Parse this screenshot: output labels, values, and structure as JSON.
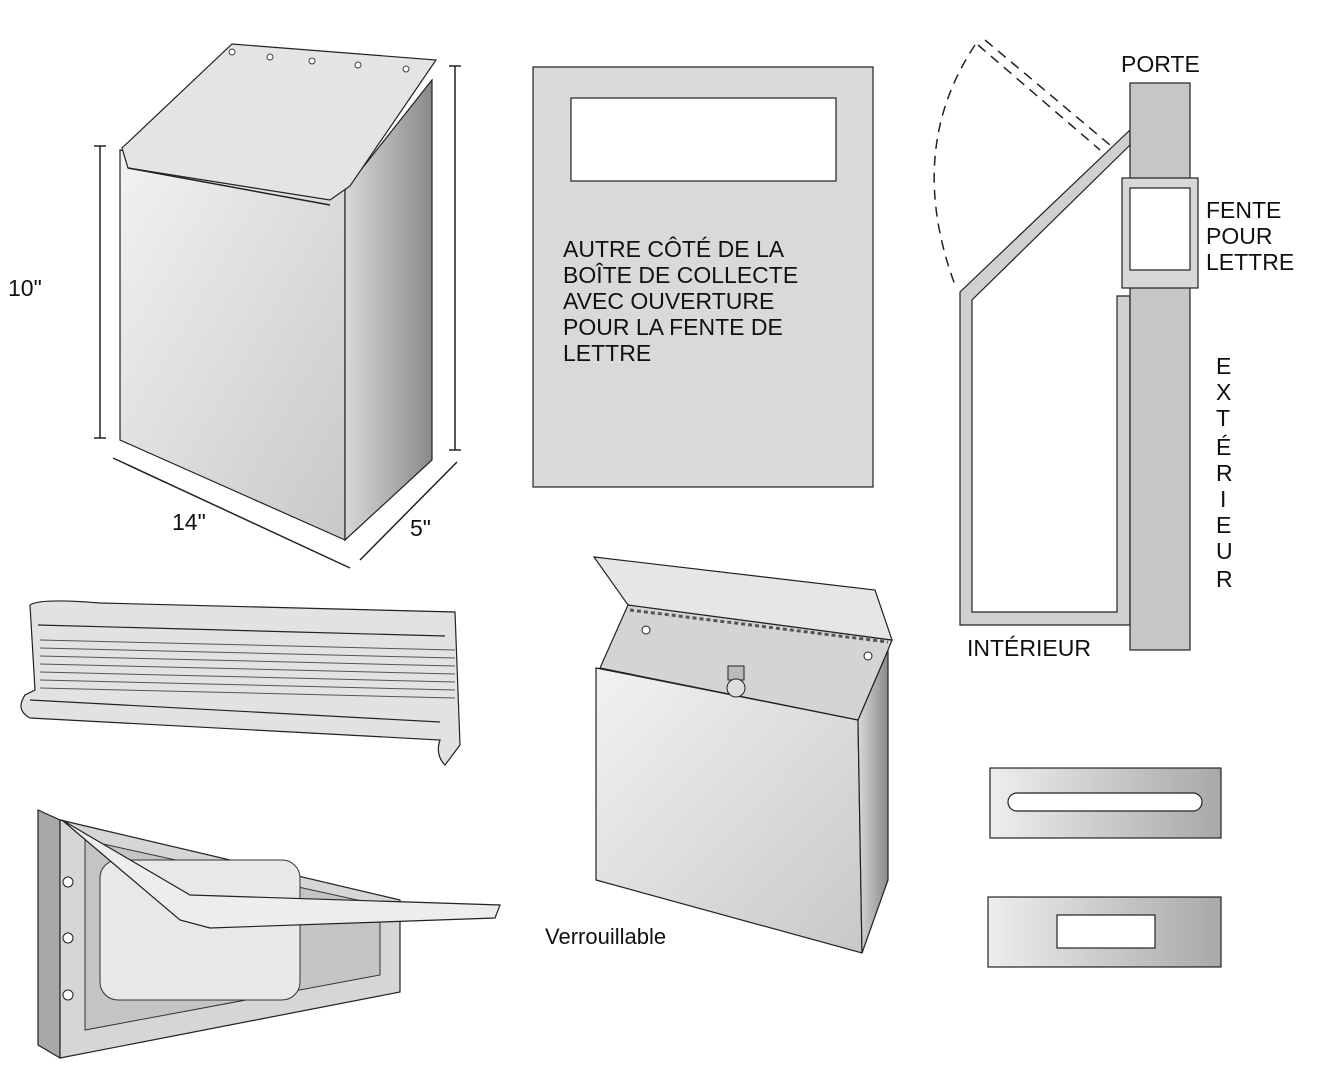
{
  "box": {
    "height_label": "10\"",
    "width_label": "14\"",
    "depth_label": "5\""
  },
  "panel": {
    "lines": [
      "AUTRE CÔTÉ DE LA",
      "BOÎTE DE COLLECTE",
      "AVEC OUVERTURE",
      "POUR LA FENTE DE",
      "LETTRE"
    ]
  },
  "section": {
    "door_label": "PORTE",
    "slot_label": [
      "FENTE",
      "POUR",
      "LETTRE"
    ],
    "exterior_letters": [
      "E",
      "X",
      "T",
      "É",
      "R",
      "I",
      "E",
      "U",
      "R"
    ],
    "interior_label": "INTÉRIEUR"
  },
  "mailbox": {
    "caption": "Verrouillable"
  },
  "colors": {
    "fill_light": "#e6e6e6",
    "fill_mid": "#cccccc",
    "fill_dark": "#9a9a9a",
    "stroke": "#222222"
  }
}
